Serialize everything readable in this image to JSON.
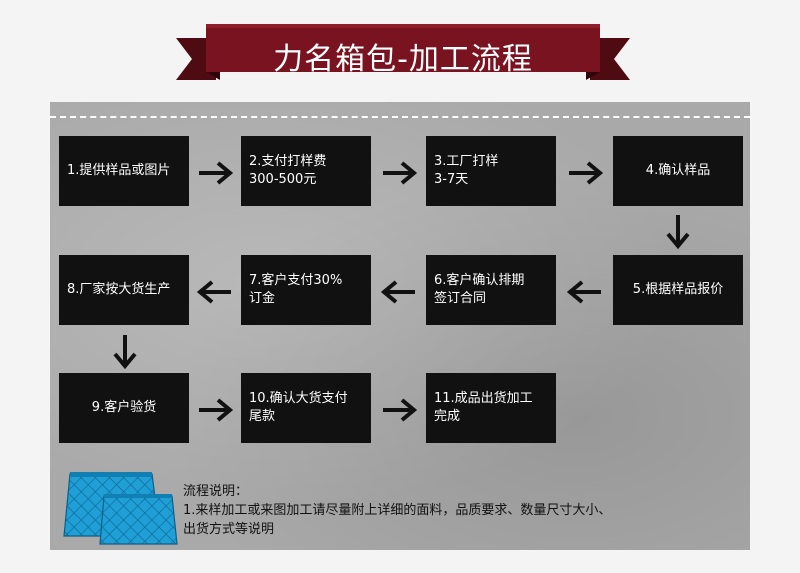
{
  "banner": {
    "title": "力名箱包-加工流程",
    "color": "#6e1019"
  },
  "steps": [
    {
      "id": 1,
      "text": "1.提供样品或图片"
    },
    {
      "id": 2,
      "text": "2.支付打样费\n300-500元"
    },
    {
      "id": 3,
      "text": "3.工厂打样\n3-7天"
    },
    {
      "id": 4,
      "text": "4.确认样品"
    },
    {
      "id": 5,
      "text": "5.根据样品报价"
    },
    {
      "id": 6,
      "text": "6.客户确认排期\n签订合同"
    },
    {
      "id": 7,
      "text": "7.客户支付30%\n订金"
    },
    {
      "id": 8,
      "text": "8.厂家按大货生产"
    },
    {
      "id": 9,
      "text": "9.客户验货"
    },
    {
      "id": 10,
      "text": "10.确认大货支付\n尾款"
    },
    {
      "id": 11,
      "text": "11.成品出货加工\n完成"
    }
  ],
  "arrows": [
    {
      "from": 1,
      "to": 2,
      "dir": "right"
    },
    {
      "from": 2,
      "to": 3,
      "dir": "right"
    },
    {
      "from": 3,
      "to": 4,
      "dir": "right"
    },
    {
      "from": 4,
      "to": 5,
      "dir": "down"
    },
    {
      "from": 5,
      "to": 6,
      "dir": "left"
    },
    {
      "from": 6,
      "to": 7,
      "dir": "left"
    },
    {
      "from": 7,
      "to": 8,
      "dir": "left"
    },
    {
      "from": 8,
      "to": 9,
      "dir": "down"
    },
    {
      "from": 9,
      "to": 10,
      "dir": "right"
    },
    {
      "from": 10,
      "to": 11,
      "dir": "right"
    }
  ],
  "notes": {
    "heading": "流程说明：",
    "line1": "1.来样加工或来图加工请尽量附上详细的面料，品质要求、数量尺寸大小、",
    "line2": "出货方式等说明"
  },
  "icons": {
    "bag": "cosmetic-bag-icon",
    "bag_color": "#1f9fd6"
  }
}
